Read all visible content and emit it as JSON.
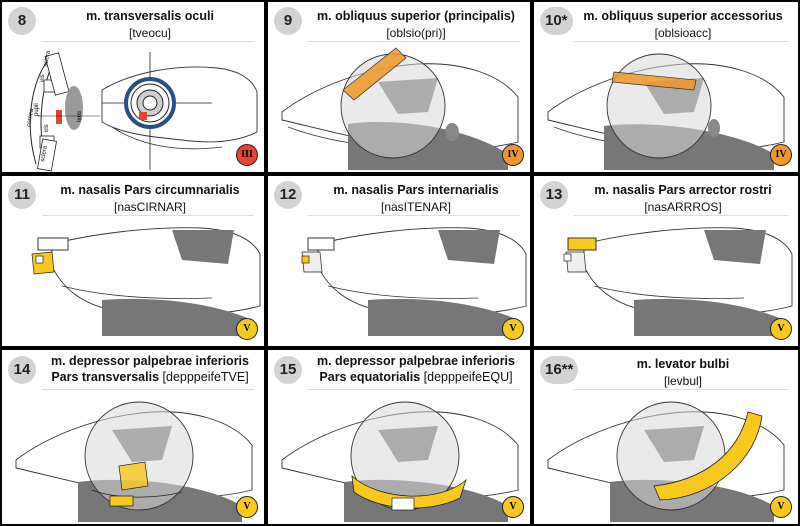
{
  "panels": [
    {
      "num": "8",
      "title": "m. transversalis oculi",
      "abbr": "[tveocu]",
      "nerve": "III",
      "nerve_color": "#e8432f"
    },
    {
      "num": "9",
      "title": "m. obliquus superior (principalis)",
      "abbr": "[oblsio(pri)]",
      "nerve": "IV",
      "nerve_color": "#f0962a"
    },
    {
      "num": "10*",
      "title": "m. obliquus superior accessorius",
      "abbr": "[oblsioacc]",
      "nerve": "IV",
      "nerve_color": "#f0962a"
    },
    {
      "num": "11",
      "title": "m. nasalis Pars circumnarialis",
      "abbr": "[nasCIRNAR]",
      "nerve": "V",
      "nerve_color": "#f7c81e"
    },
    {
      "num": "12",
      "title": "m. nasalis Pars internarialis",
      "abbr": "[nasITENAR]",
      "nerve": "V",
      "nerve_color": "#f7c81e"
    },
    {
      "num": "13",
      "title": "m. nasalis Pars arrector rostri",
      "abbr": "[nasARRROS]",
      "nerve": "V",
      "nerve_color": "#f7c81e"
    },
    {
      "num": "14",
      "title": "m. depressor palpebrae inferioris",
      "title2": "Pars transversalis",
      "abbr": "[depppeifeTVE]",
      "nerve": "V",
      "nerve_color": "#f7c81e"
    },
    {
      "num": "15",
      "title": "m. depressor palpebrae inferioris",
      "title2": "Pars equatorialis",
      "abbr": "[depppeifeEQU]",
      "nerve": "V",
      "nerve_color": "#f7c81e"
    },
    {
      "num": "16**",
      "title": "m. levator bulbi",
      "abbr": "[levbul]",
      "nerve": "V",
      "nerve_color": "#f7c81e"
    }
  ],
  "inset": {
    "sclera": "sclera",
    "iris": "iris",
    "pupil": "pupil",
    "cornea": "cornea",
    "lens": "lens"
  },
  "colors": {
    "highlight_orange": "#f0962a",
    "highlight_yellow": "#f7c81e",
    "highlight_red": "#e8432f",
    "eye_blue": "#2a4f86",
    "bone_gray": "#777777"
  }
}
